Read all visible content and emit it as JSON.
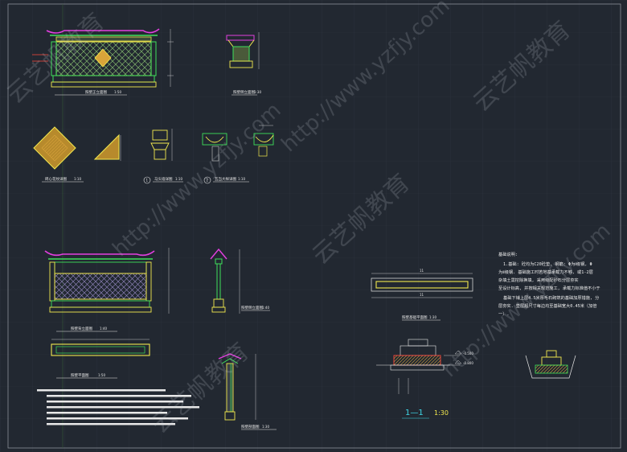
{
  "drawing_labels": {
    "front_elevation": "照壁正立面图",
    "front_scale": "1:50",
    "side_section": "照壁侧立面图",
    "side_scale": "1:30",
    "diamond_detail": "砖心花纹详图",
    "diamond_scale": "1:10",
    "detail_1": "马头墙详图",
    "detail_1_scale": "1:10",
    "detail_1_num": "1",
    "detail_2": "瓦当大样详图",
    "detail_2_scale": "1:10",
    "detail_2_num": "2",
    "back_elevation": "照壁背立面图",
    "back_scale": "1:40",
    "side_elevation": "照壁侧立面图",
    "side_elevation_scale": "1:40",
    "plan": "照壁平面图",
    "plan_scale": "1:50",
    "foundation_plan": "照壁基础平面图",
    "foundation_scale": "1:30",
    "section": "照壁剖面图",
    "section_scale": "1:30",
    "section_mark": "1—1",
    "section_mark_scale": "1:30",
    "dim_11": "11",
    "dim_11b": "11",
    "level_1": "-0.500",
    "level_2": "-0.800"
  },
  "notes": {
    "title": "基础说明:",
    "lines": [
      "1.基础: 砼均为C20砼垫, 钢筋: Φ为Ⅰ级钢, Φ",
      "为Ⅱ级钢. 基础施工时若地基承载力不够, 或1-2层",
      "杂填土需挖除换填, 采用级配砂石分层夯实",
      "至设计标高, 并按相关规范施工, 承载力标准值不小于",
      "基础下铺上层4.5米厚毛石砌筑的基础加厚措施, 分",
      "层夯实. 垫层超尺寸每边均至基础宽大0.45米（加倍",
      "一）."
    ]
  },
  "watermarks": {
    "brand": "云艺帆教育",
    "url": "http://www.yzfjy.com"
  },
  "colors": {
    "background": "#222831",
    "grid": "#2e3440",
    "line_white": "#e8e8e8",
    "line_yellow": "#f2e94e",
    "line_green": "#3ee05a",
    "line_magenta": "#e33fe0",
    "line_cyan": "#3fd7e6",
    "line_red": "#ff4a3d",
    "fill_orange": "#d9a43a",
    "fill_pattern": "#6b8c4a"
  }
}
